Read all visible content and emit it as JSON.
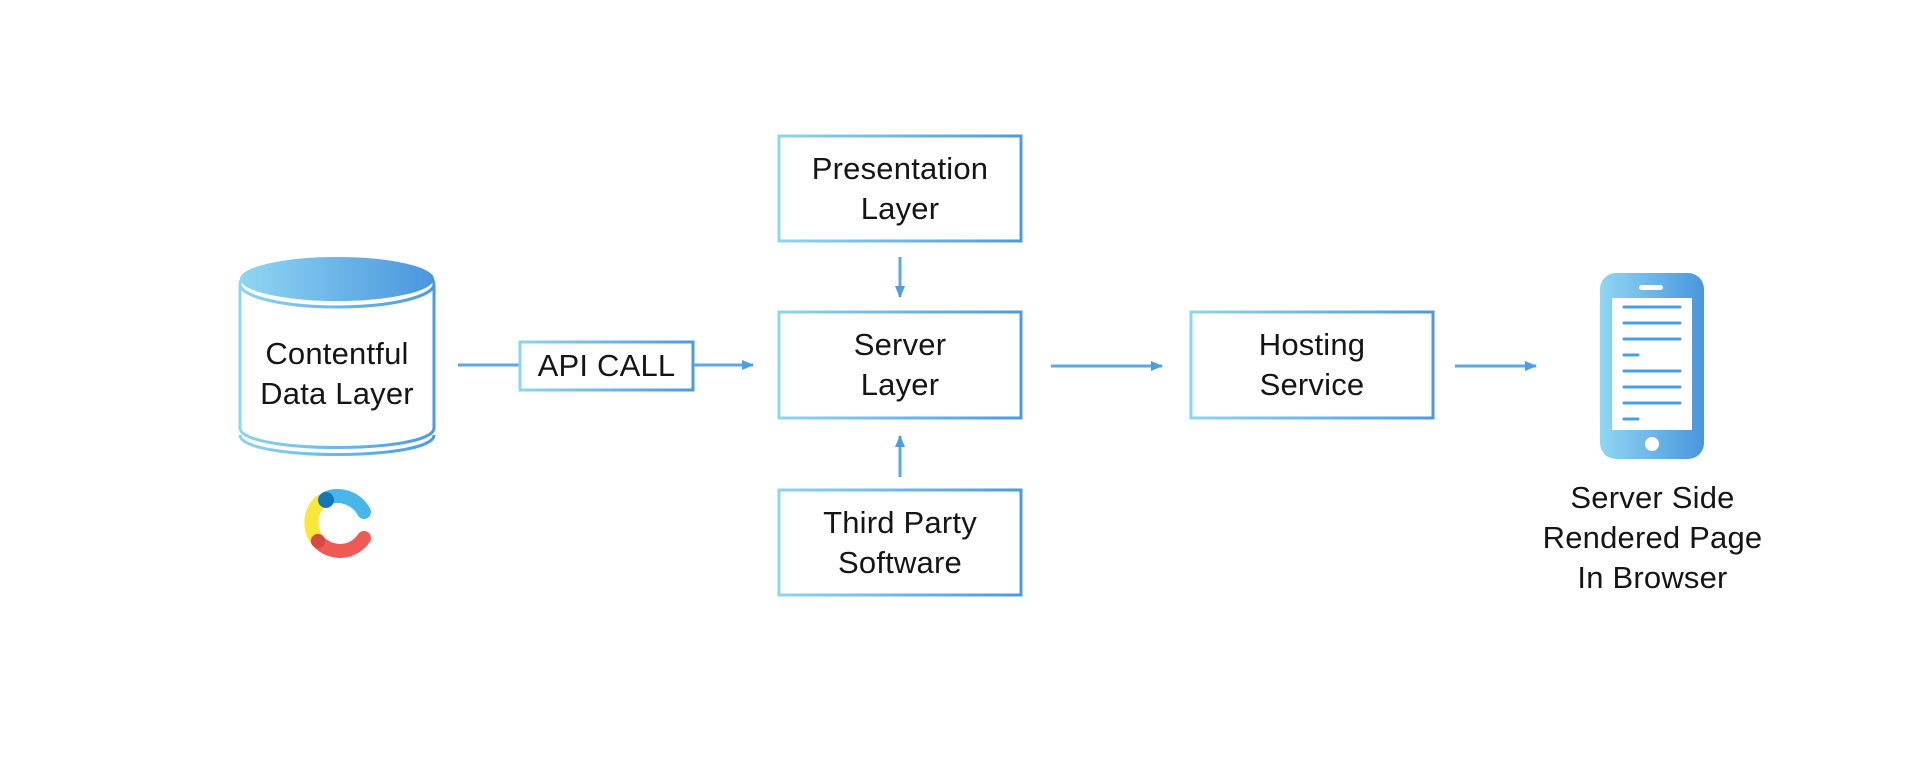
{
  "nodes": {
    "data_layer": {
      "label": "Contentful\nData Layer"
    },
    "api_call": {
      "label": "API CALL"
    },
    "presentation_layer": {
      "label": "Presentation\nLayer"
    },
    "server_layer": {
      "label": "Server\nLayer"
    },
    "third_party": {
      "label": "Third Party\nSoftware"
    },
    "hosting_service": {
      "label": "Hosting\nService"
    },
    "browser_page": {
      "label": "Server Side\nRendered Page\nIn Browser"
    }
  },
  "icons": {
    "database": "database-icon",
    "contentful_logo": "contentful-logo-icon",
    "phone": "mobile-phone-icon",
    "arrow": "arrow-icon"
  },
  "colors": {
    "gradient_start": "#8fd6f2",
    "gradient_end": "#4a95de",
    "stroke": "#58a8e4",
    "arrow": "#4b9ee0",
    "text": "#151515",
    "logo_blue": "#47b6e9",
    "logo_dark_blue": "#1677b7",
    "logo_yellow": "#fbe73b",
    "logo_red": "#ef5a54"
  },
  "edges": [
    {
      "from": "data_layer",
      "to": "server_layer",
      "via": "api_call"
    },
    {
      "from": "presentation_layer",
      "to": "server_layer"
    },
    {
      "from": "third_party",
      "to": "server_layer"
    },
    {
      "from": "server_layer",
      "to": "hosting_service"
    },
    {
      "from": "hosting_service",
      "to": "browser_page"
    }
  ]
}
